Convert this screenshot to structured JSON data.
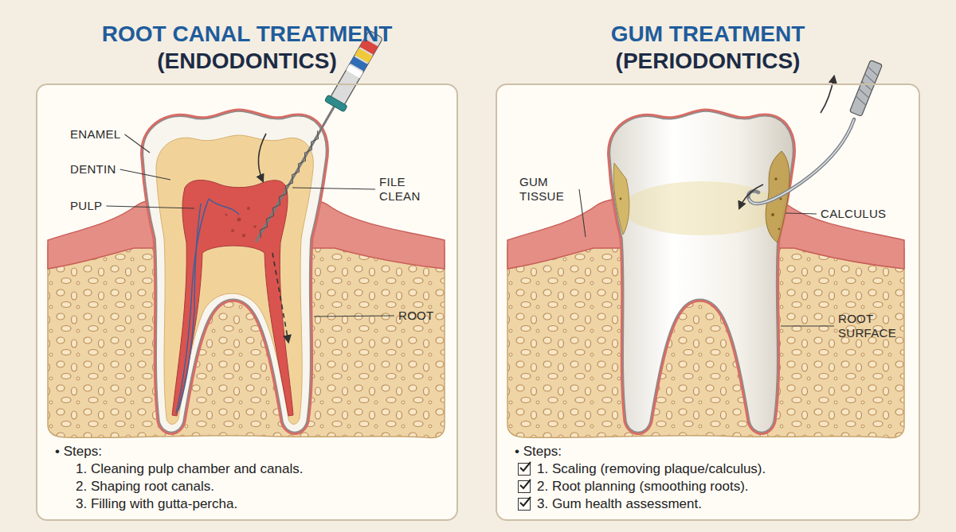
{
  "diagram": {
    "nodes": [
      {
        "text": [
          "ROOT CANAL TREATMENT (ENDODONTICS)",
          "• Steps:",
          "1. Cleaning pulp chamber and canals.",
          "2. Shaping root canals.",
          "3. Filling with gutta-percha."
        ]
      },
      {
        "text": [
          "GUM TREATMENT (PERIODONTICS)",
          "• Steps:",
          "1. Scaling (removing plaque/calculus).",
          "2. Root planning (smoothing roots).",
          "3. Gum health assessment."
        ]
      }
    ],
    "labels": [
      "ENAMEL",
      "DENTIN",
      "PULP",
      "FILE CLEAN",
      "ROOT",
      "GUM TISSUE",
      "CALCULUS",
      "ROOT SURFACE"
    ]
  }
}
